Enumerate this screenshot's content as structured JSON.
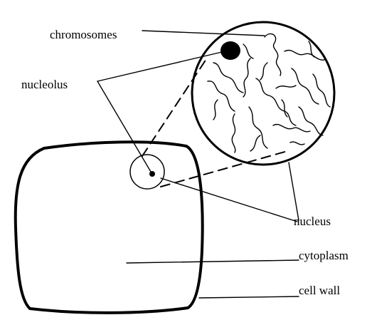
{
  "labels": {
    "chromosomes": "chromosomes",
    "nucleolus": "nucleolus",
    "nucleus": "nucleus",
    "cytoplasm": "cytoplasm",
    "cell_wall": "cell wall"
  },
  "colors": {
    "ink": "#000000",
    "background": "#ffffff"
  }
}
